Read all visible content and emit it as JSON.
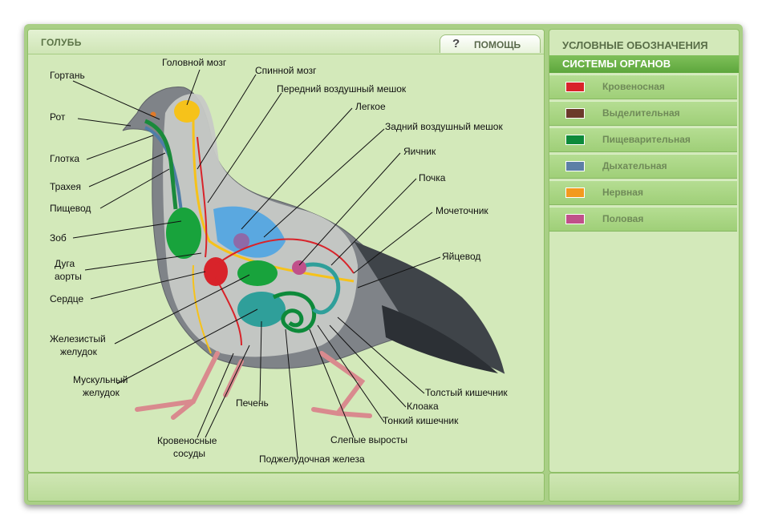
{
  "panel": {
    "title": "ГОЛУБЬ",
    "help_icon": "?",
    "help_label": "ПОМОЩЬ"
  },
  "diagram_labels": {
    "golovnoy_mozg": "Головной мозг",
    "spinnoy_mozg": "Спинной мозг",
    "gortan": "Гортань",
    "peredniy_meshok": "Передний воздушный мешок",
    "rot": "Рот",
    "legkoe": "Легкое",
    "zadniy_meshok": "Задний воздушный мешок",
    "glotka": "Глотка",
    "yaichnik": "Яичник",
    "traheya": "Трахея",
    "pochka": "Почка",
    "pishchevod": "Пищевод",
    "mochetochnik": "Мочеточник",
    "zob": "Зоб",
    "duga_line1": "Дуга",
    "duga_line2": "аорты",
    "yaytsevod": "Яйцевод",
    "serdtse": "Сердце",
    "zhelezisty_line1": "Железистый",
    "zhelezisty_line2": "желудок",
    "muskulny_line1": "Мускульный",
    "muskulny_line2": "желудок",
    "tolsty": "Толстый кишечник",
    "kloaka": "Клоака",
    "pechen": "Печень",
    "tonkiy": "Тонкий кишечник",
    "sosudy_line1": "Кровеносные",
    "sosudy_line2": "сосуды",
    "slepye": "Слепые выросты",
    "podzheludochnaya": "Поджелудочная железа"
  },
  "legend": {
    "title": "УСЛОВНЫЕ ОБОЗНАЧЕНИЯ",
    "section": "СИСТЕМЫ ОРГАНОВ",
    "items": [
      {
        "label": "Кровеносная",
        "color": "#d8232a"
      },
      {
        "label": "Выделительная",
        "color": "#6b3a2a"
      },
      {
        "label": "Пищеварительная",
        "color": "#0d8a3a"
      },
      {
        "label": "Дыхательная",
        "color": "#5d7fa6"
      },
      {
        "label": "Нервная",
        "color": "#f39a1e"
      },
      {
        "label": "Половая",
        "color": "#c0508a"
      }
    ]
  }
}
